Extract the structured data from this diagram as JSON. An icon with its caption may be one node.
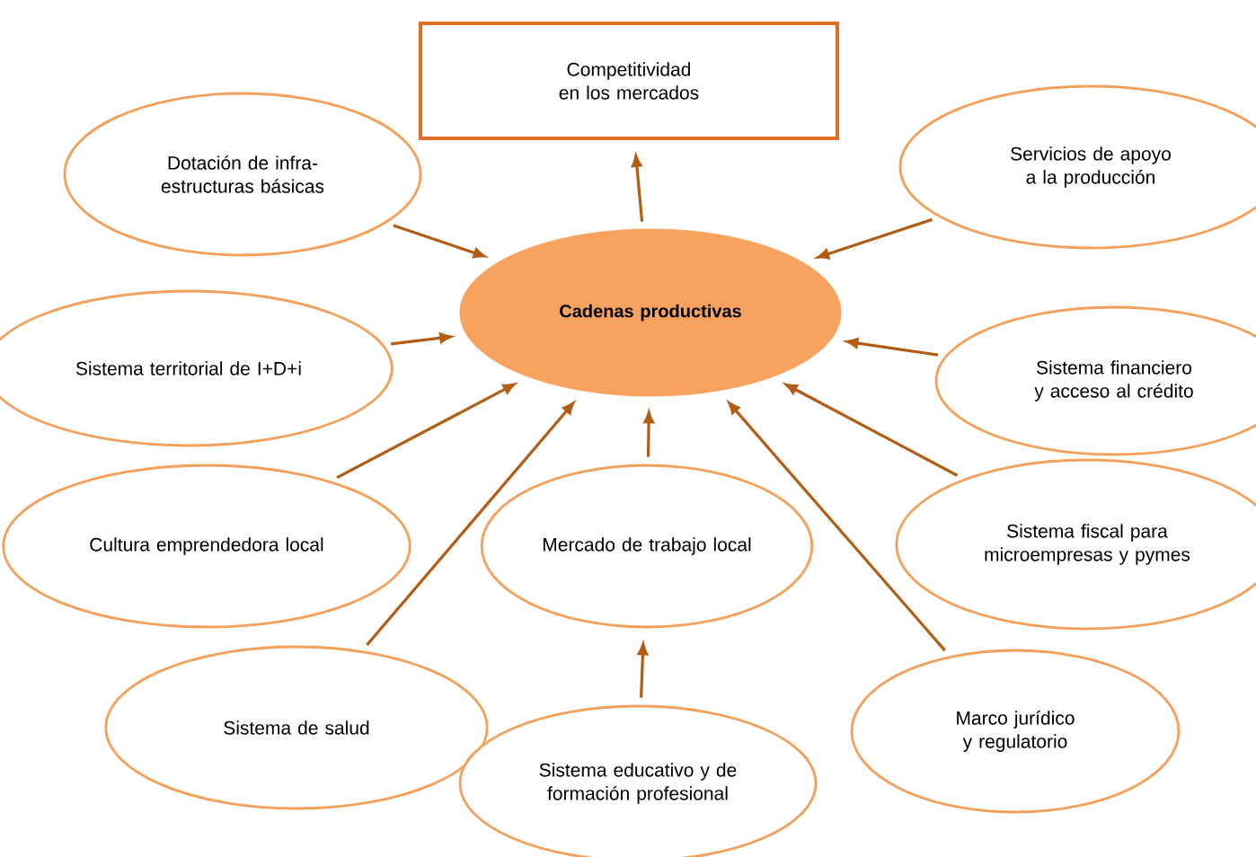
{
  "diagram": {
    "nodes": [
      {
        "text": [
          "Competitividad en los mercados"
        ]
      },
      {
        "text": [
          "Dotación de infra- estructuras básicas"
        ]
      },
      {
        "text": [
          "Servicios de apoyo a la producción"
        ]
      },
      {
        "text": [
          "Cadenas productivas"
        ]
      },
      {
        "text": [
          "Sistema territorial de I+D+i"
        ]
      },
      {
        "text": [
          "Sistema financiero y acceso al crédito"
        ]
      },
      {
        "text": [
          "Cultura emprendedora local"
        ]
      },
      {
        "text": [
          "Mercado de trabajo local"
        ]
      },
      {
        "text": [
          "Sistema fiscal para microempresas y pymes"
        ]
      },
      {
        "text": [
          "Sistema de salud"
        ]
      },
      {
        "text": [
          "Marco jurídico y regulatorio"
        ]
      },
      {
        "text": [
          "Sistema educativo y de formación profesional"
        ]
      }
    ],
    "edges": [
      {
        "from": 3,
        "to": 0,
        "arrow": "to"
      },
      {
        "from": 1,
        "to": 3,
        "arrow": "to"
      },
      {
        "from": 2,
        "to": 3,
        "arrow": "to"
      },
      {
        "from": 4,
        "to": 3,
        "arrow": "to"
      },
      {
        "from": 5,
        "to": 3,
        "arrow": "to"
      },
      {
        "from": 6,
        "to": 3,
        "arrow": "to"
      },
      {
        "from": 7,
        "to": 3,
        "arrow": "to"
      },
      {
        "from": 8,
        "to": 3,
        "arrow": "to"
      },
      {
        "from": 9,
        "to": 3,
        "arrow": "to"
      },
      {
        "from": 10,
        "to": 3,
        "arrow": "to"
      },
      {
        "from": 11,
        "to": 7,
        "arrow": "to"
      }
    ]
  }
}
